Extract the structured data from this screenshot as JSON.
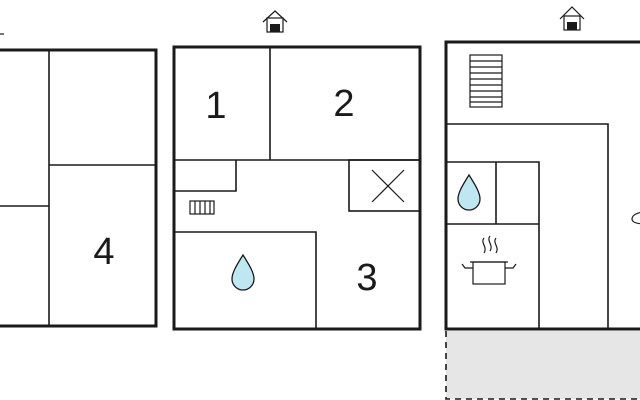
{
  "floor_plan": {
    "rooms": [
      {
        "id": "room-1",
        "number": "1"
      },
      {
        "id": "room-2",
        "number": "2"
      },
      {
        "id": "room-3",
        "number": "3"
      },
      {
        "id": "room-4",
        "number": "4"
      }
    ],
    "icons": [
      "house-entrance-icon",
      "house-entrance-icon",
      "water-drop-icon",
      "water-drop-icon",
      "radiator-icon",
      "stairs-icon",
      "cooking-pot-icon",
      "crossed-box-icon"
    ],
    "colors": {
      "walls": "#1a1a1a",
      "water": "#bfe7f2",
      "terrace": "#e6e6e6",
      "background": "#ffffff"
    }
  }
}
